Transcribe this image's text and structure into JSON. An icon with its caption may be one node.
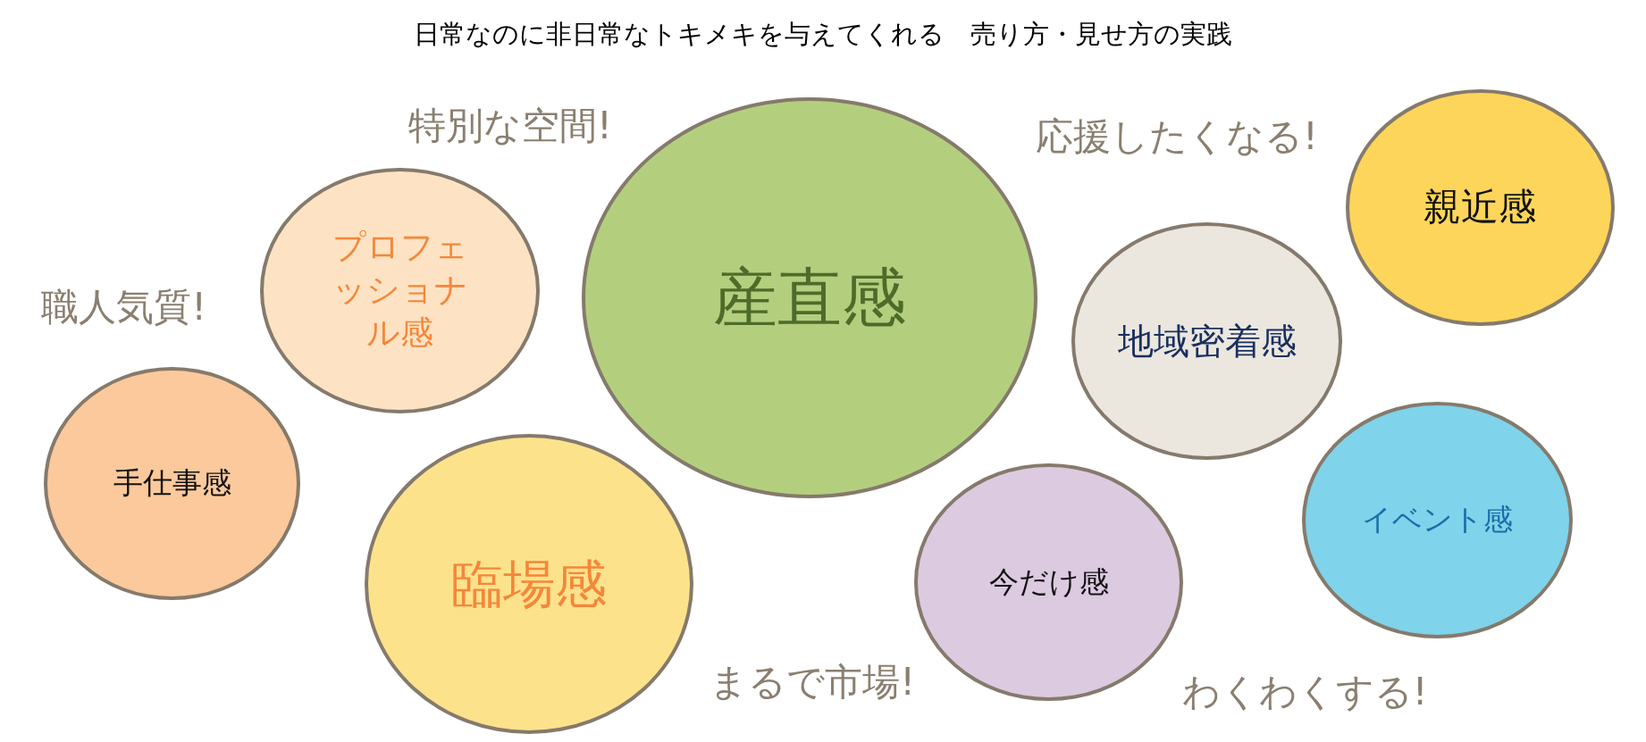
{
  "diagram": {
    "title": "日常なのに非日常なトキメキを与えてくれる　売り方・見せ方の実践",
    "nodes": [
      {
        "text": [
          "プロフェッショナル感"
        ]
      },
      {
        "text": [
          "産直感"
        ]
      },
      {
        "text": [
          "親近感"
        ]
      },
      {
        "text": [
          "地域密着感"
        ]
      },
      {
        "text": [
          "手仕事感"
        ]
      },
      {
        "text": [
          "臨場感"
        ]
      },
      {
        "text": [
          "今だけ感"
        ]
      },
      {
        "text": [
          "イベント感"
        ]
      }
    ],
    "labels": [
      "特別な空間!",
      "応援したくなる!",
      "職人気質!",
      "まるで市場!",
      "わくわくする!"
    ]
  }
}
